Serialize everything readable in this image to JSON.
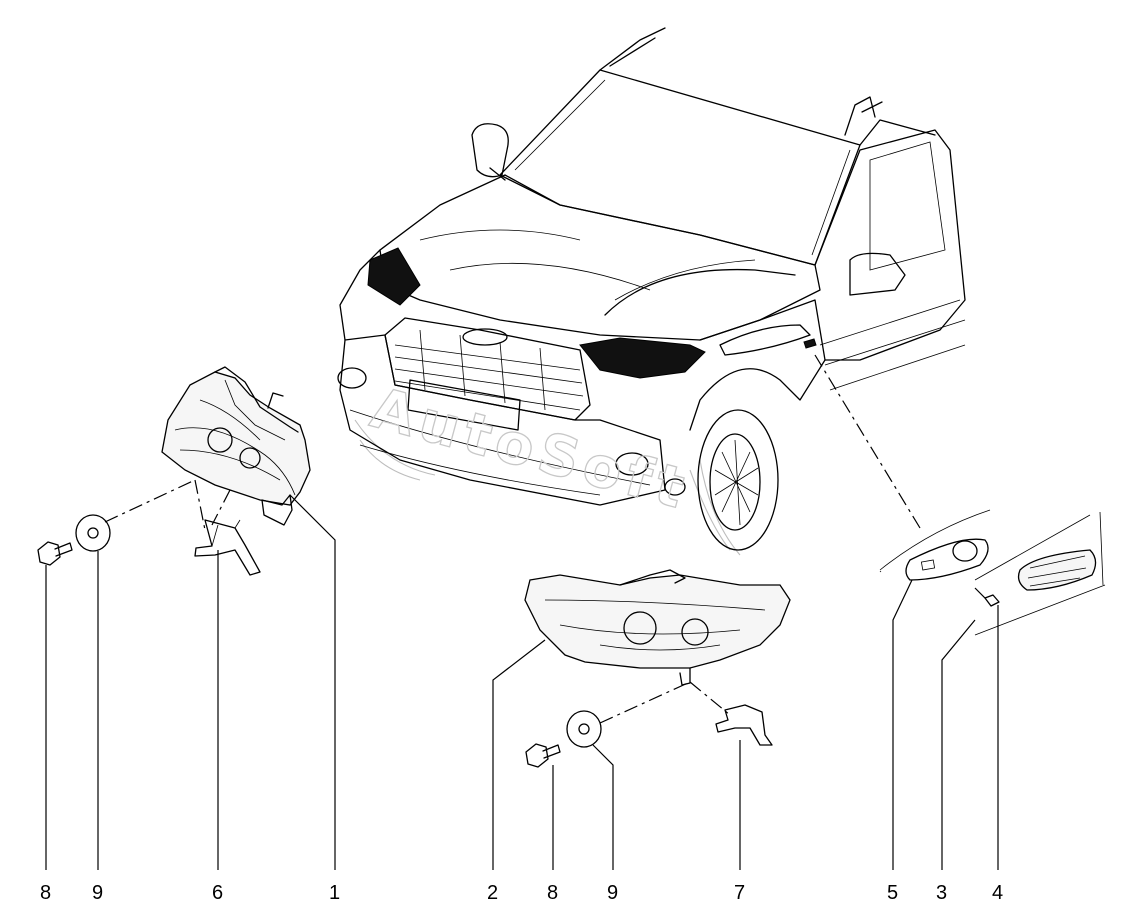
{
  "callouts": {
    "c1": "1",
    "c2": "2",
    "c3": "3",
    "c4": "4",
    "c5": "5",
    "c6": "6",
    "c7": "7",
    "c8a": "8",
    "c8b": "8",
    "c9a": "9",
    "c9b": "9"
  },
  "watermark": "AutoSoft"
}
